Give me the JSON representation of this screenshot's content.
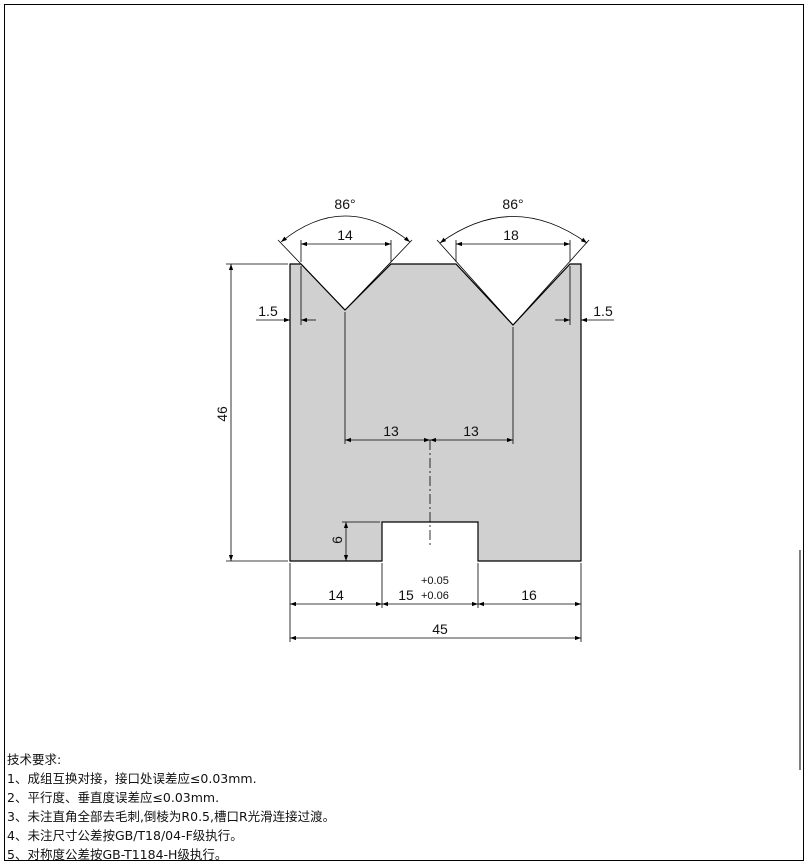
{
  "drawing": {
    "dimensions": {
      "angle_left": "86°",
      "angle_right": "86°",
      "groove_left_width": "14",
      "groove_right_width": "18",
      "edge_left": "1.5",
      "edge_right": "1.5",
      "height": "46",
      "center_left": "13",
      "center_right": "13",
      "slot_depth": "6",
      "bottom_left": "14",
      "slot_width": "15",
      "slot_tol_upper": "+0.05",
      "slot_tol_lower": "+0.06",
      "bottom_right": "16",
      "total_width": "45"
    },
    "colors": {
      "part_fill": "#d0d0d0",
      "line": "#000000",
      "border": "#000000"
    }
  },
  "notes": {
    "title": "技术要求:",
    "items": [
      "1、成组互换对接，接口处误差应≤0.03mm.",
      "2、平行度、垂直度误差应≤0.03mm.",
      "3、未注直角全部去毛刺,倒棱为R0.5,槽口R光滑连接过渡。",
      "4、未注尺寸公差按GB/T18/04-F级执行。",
      "5、对称度公差按GB-T1184-H级执行。"
    ]
  }
}
